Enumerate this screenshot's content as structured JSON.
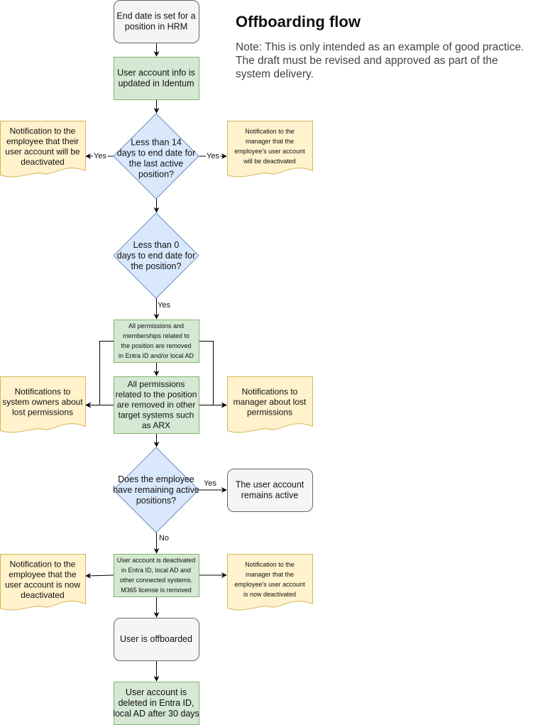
{
  "title": "Offboarding flow",
  "note": "Note: This is only intended as an example of good practice. The draft must be revised and approved as part of the system delivery.",
  "colors": {
    "start_fill": "#f5f5f5",
    "start_stroke": "#666666",
    "process_fill": "#d5e8d4",
    "process_stroke": "#82b366",
    "decision_fill": "#dae8fc",
    "decision_stroke": "#6c8ebf",
    "document_fill": "#fff2cc",
    "document_stroke": "#d6b656",
    "edge": "#000000"
  },
  "nodes": {
    "start": {
      "lines": [
        "End date is set for a",
        "position in HRM"
      ]
    },
    "update_identum": {
      "lines": [
        "User account info is",
        "updated in Identum"
      ]
    },
    "decision_14": {
      "lines": [
        "Less than 14",
        "days to end date for",
        "the last active",
        "position?"
      ]
    },
    "notify_employee_deactivate": {
      "lines": [
        "Notification to the",
        "employee that their",
        "user account will be",
        "deactivated"
      ]
    },
    "notify_manager_deactivate": {
      "lines": [
        "Notification to the",
        "manager that the",
        "employee's user account",
        "will be deactivated"
      ]
    },
    "decision_0": {
      "lines": [
        "Less than 0",
        "days to end date for",
        "the position?"
      ]
    },
    "remove_entra": {
      "lines": [
        "All permissions and",
        "memberships related to",
        "the position are removed",
        "in Entra ID and/or local AD"
      ]
    },
    "remove_other": {
      "lines": [
        "All permissions",
        "related to the position",
        "are removed in other",
        "target systems such",
        "as ARX"
      ]
    },
    "notify_system_owners": {
      "lines": [
        "Notifications to",
        "system owners about",
        "lost permissions"
      ]
    },
    "notify_manager_perms": {
      "lines": [
        "Notifications to",
        "manager about lost",
        "permissions"
      ]
    },
    "decision_remaining": {
      "lines": [
        "Does the employee",
        "have remaining active",
        "positions?"
      ]
    },
    "remains_active": {
      "lines": [
        "The user account",
        "remains active"
      ]
    },
    "deactivate_account": {
      "lines": [
        "User account is deactivated",
        "in Entra ID, local AD and",
        "other connected systems.",
        "M365 license is removed"
      ]
    },
    "notify_employee_now": {
      "lines": [
        "Notification to the",
        "employee that the",
        "user account is now",
        "deactivated"
      ]
    },
    "notify_manager_now": {
      "lines": [
        "Notification to the",
        "manager that the",
        "employee's user account",
        "is now deactivated"
      ]
    },
    "offboarded": {
      "lines": [
        "User is offboarded"
      ]
    },
    "deleted": {
      "lines": [
        "User account is",
        "deleted in Entra ID,",
        "local AD after 30 days"
      ]
    }
  },
  "edges": {
    "yes_left_14": "Yes",
    "yes_right_14": "Yes",
    "yes_down_0": "Yes",
    "yes_right_remaining": "Yes",
    "no_down_remaining": "No"
  }
}
